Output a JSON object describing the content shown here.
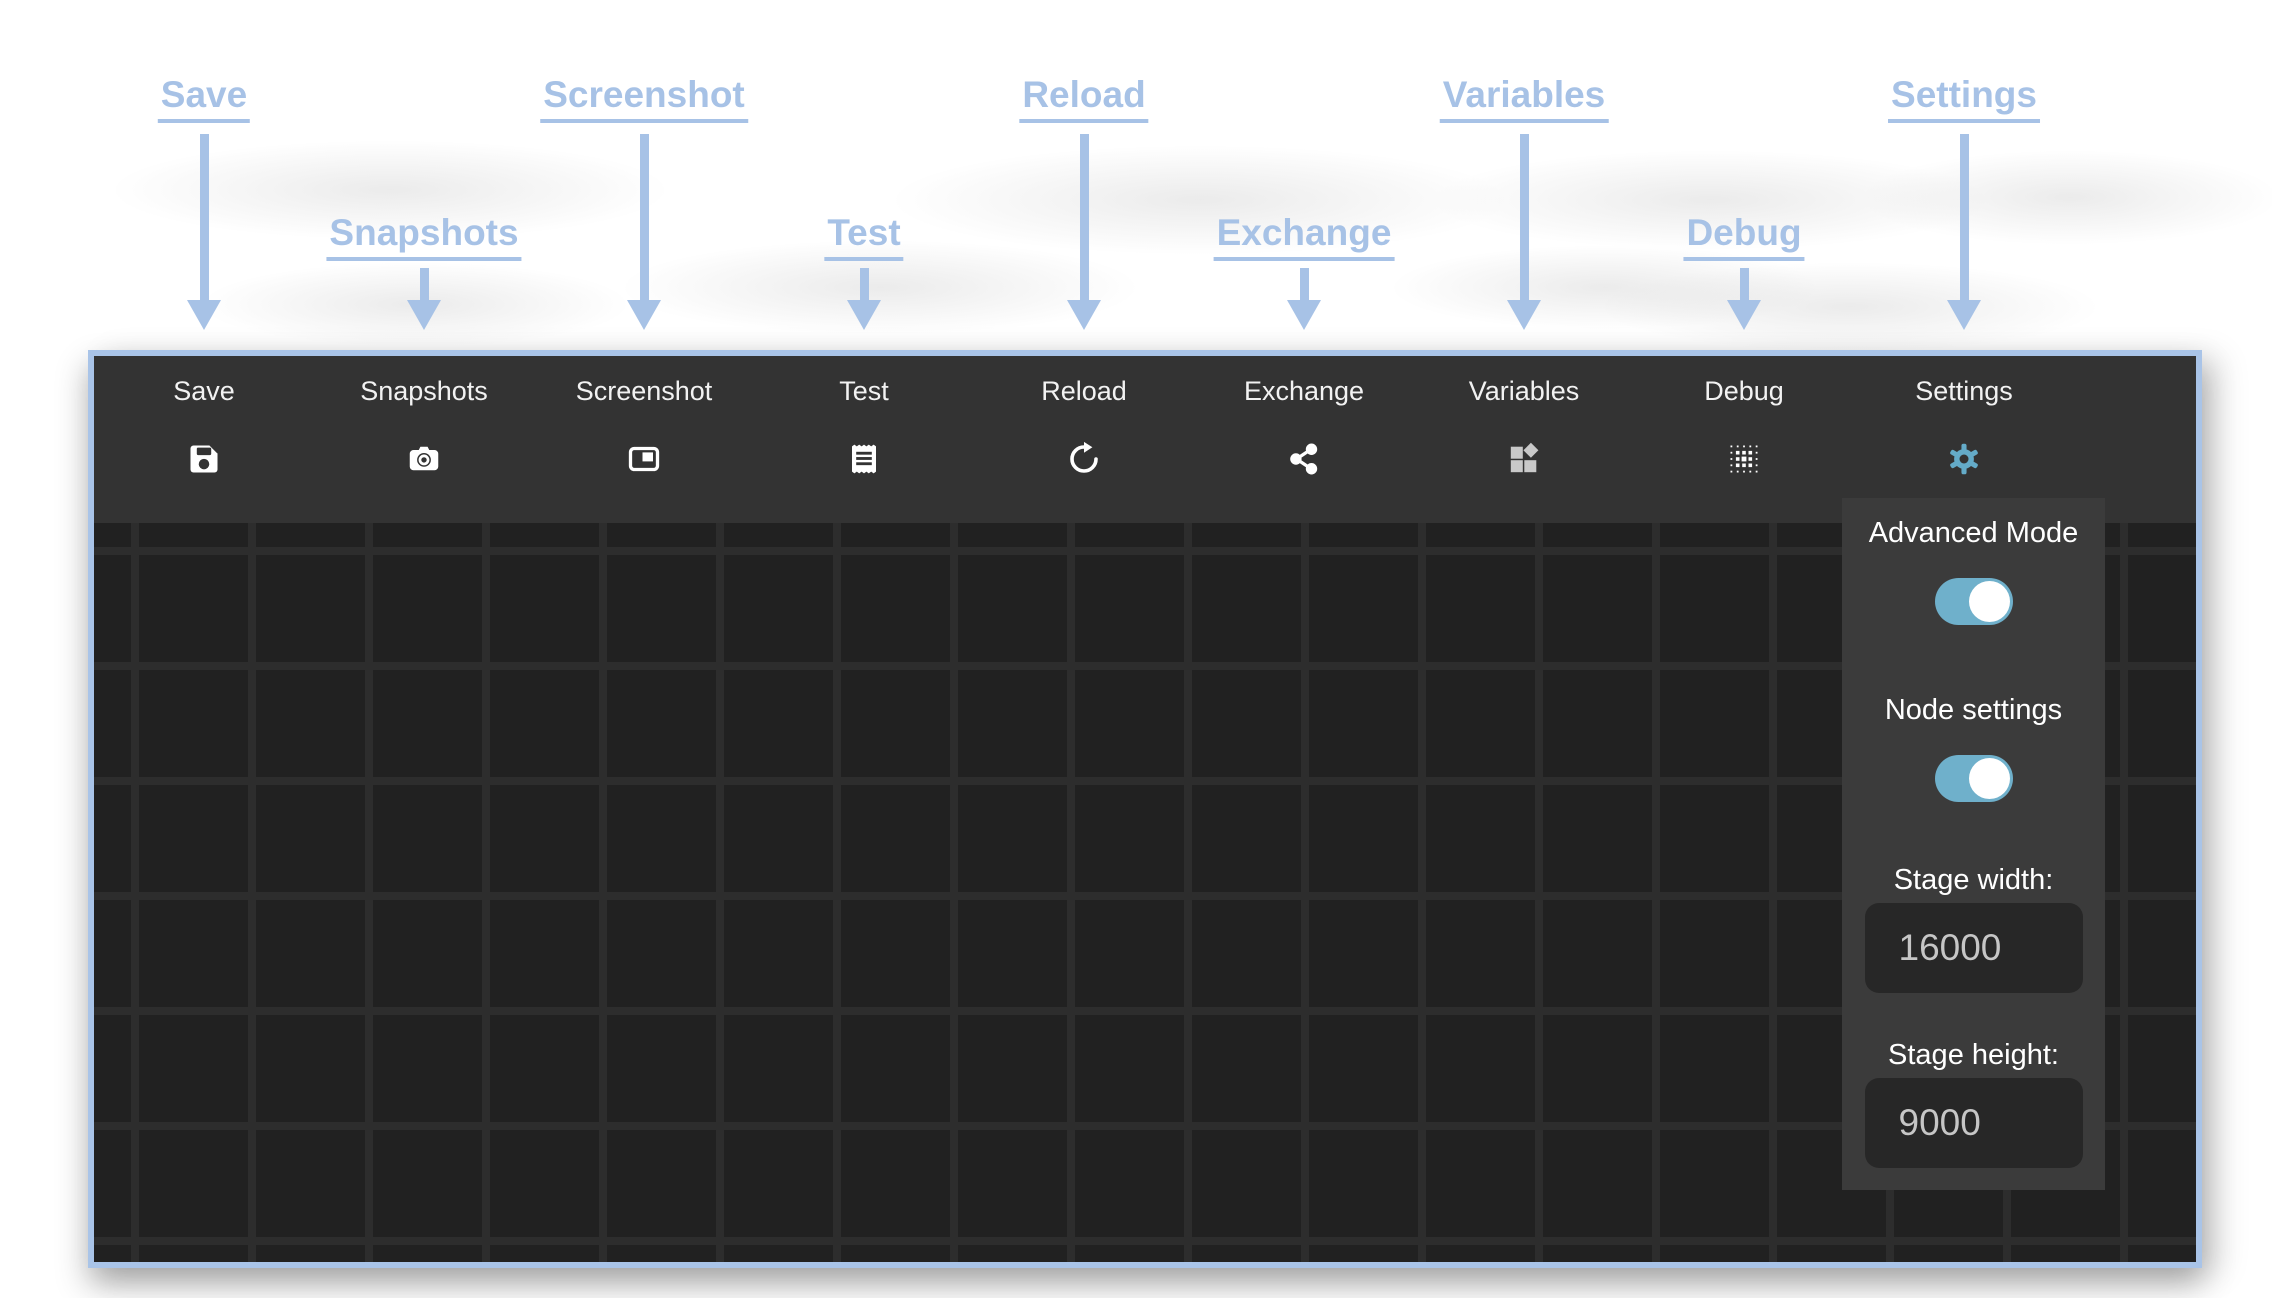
{
  "callouts": [
    {
      "label": "Save",
      "row": "top"
    },
    {
      "label": "Snapshots",
      "row": "bottom"
    },
    {
      "label": "Screenshot",
      "row": "top"
    },
    {
      "label": "Test",
      "row": "bottom"
    },
    {
      "label": "Reload",
      "row": "top"
    },
    {
      "label": "Exchange",
      "row": "bottom"
    },
    {
      "label": "Variables",
      "row": "top"
    },
    {
      "label": "Debug",
      "row": "bottom"
    },
    {
      "label": "Settings",
      "row": "top"
    }
  ],
  "toolbar": {
    "items": [
      {
        "label": "Save",
        "icon": "floppy-disk-icon"
      },
      {
        "label": "Snapshots",
        "icon": "camera-icon"
      },
      {
        "label": "Screenshot",
        "icon": "picture-in-picture-icon"
      },
      {
        "label": "Test",
        "icon": "receipt-icon"
      },
      {
        "label": "Reload",
        "icon": "reload-arrow-icon"
      },
      {
        "label": "Exchange",
        "icon": "share-icon"
      },
      {
        "label": "Variables",
        "icon": "blocks-icon"
      },
      {
        "label": "Debug",
        "icon": "dot-grid-icon"
      },
      {
        "label": "Settings",
        "icon": "gear-icon"
      }
    ]
  },
  "settings_panel": {
    "advanced_mode_label": "Advanced Mode",
    "advanced_mode_state": "on",
    "node_settings_label": "Node settings",
    "node_settings_state": "on",
    "stage_width_label": "Stage width:",
    "stage_width_value": "16000",
    "stage_height_label": "Stage height:",
    "stage_height_value": "9000"
  },
  "colors": {
    "annotation_blue": "#a7c2e6",
    "frame_border_blue": "#a9c4e8",
    "toolbar_bg": "#333333",
    "stage_bg": "#212121",
    "panel_bg": "#3b3b3b",
    "toggle_teal": "#6fb0cb",
    "gear_teal": "#64abc8"
  }
}
